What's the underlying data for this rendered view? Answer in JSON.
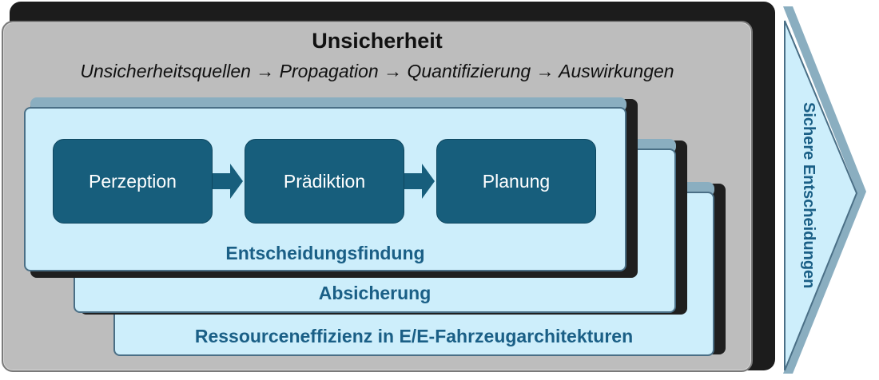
{
  "uncertainty": {
    "title": "Unsicherheit",
    "subtitle": "Unsicherheitsquellen → Propagation → Quantifizierung → Auswirkungen"
  },
  "process": {
    "steps": [
      "Perzeption",
      "Prädiktion",
      "Planung"
    ]
  },
  "layers": {
    "decision": "Entscheidungsfindung",
    "assurance": "Absicherung",
    "resources": "Ressourceneffizienz in E/E-Fahrzeugarchitekturen"
  },
  "outcome": "Sichere Entscheidungen",
  "colors": {
    "step_fill": "#175e7c",
    "layer_fill": "#cdeefb",
    "label_text": "#1a5f86",
    "outer_fill": "#bdbdbd"
  }
}
